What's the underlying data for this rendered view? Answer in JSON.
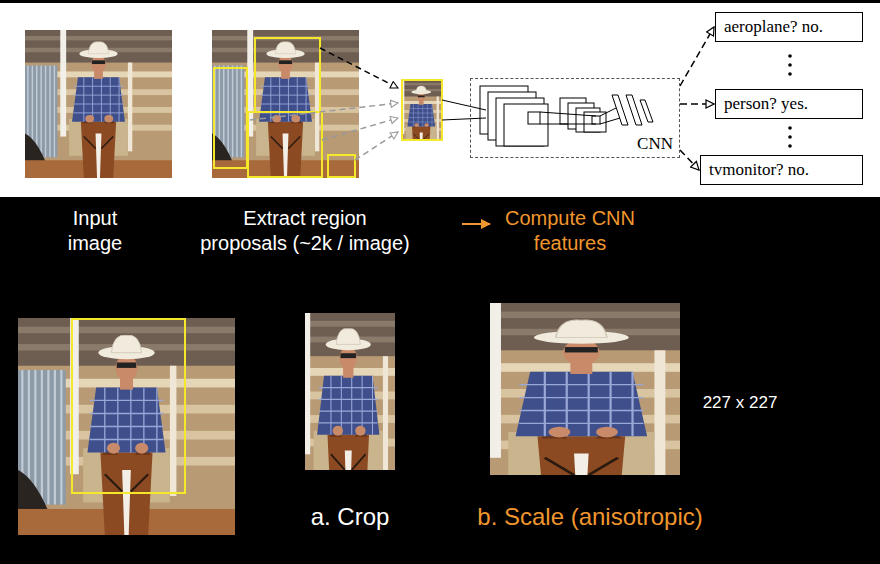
{
  "diagram": {
    "nodes": [
      {
        "text": [
          "CNN"
        ]
      },
      {
        "text": [
          "aeroplane? no."
        ]
      },
      {
        "text": [
          "person? yes."
        ]
      },
      {
        "text": [
          "tvmonitor? no."
        ]
      }
    ],
    "edges": [
      {
        "from": 0,
        "to": 1,
        "arrow": "to"
      },
      {
        "from": 0,
        "to": 2,
        "arrow": "to"
      },
      {
        "from": 0,
        "to": 3,
        "arrow": "to"
      }
    ],
    "labels": [
      "Input image",
      "Extract region proposals (~2k / image)",
      "Compute CNN features",
      "a. Crop",
      "b. Scale (anisotropic)",
      "227 x 227"
    ]
  }
}
